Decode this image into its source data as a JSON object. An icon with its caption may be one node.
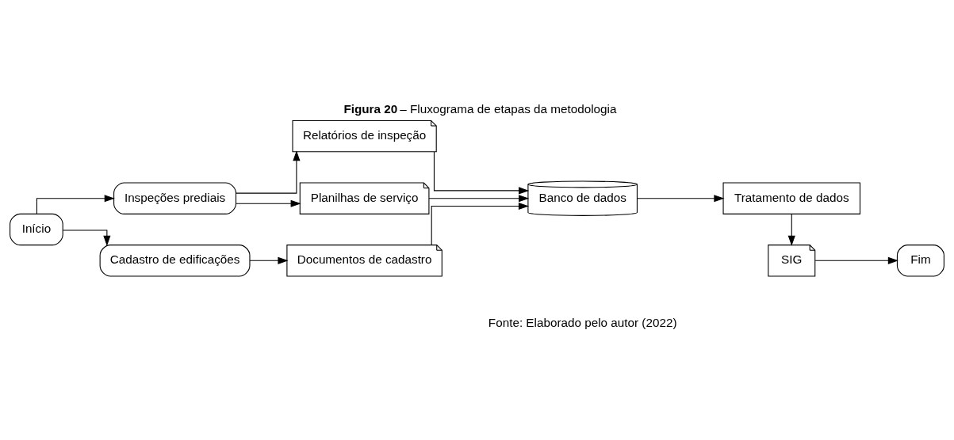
{
  "diagram": {
    "title": "**Figura 20** – Fluxograma de etapas da metodologia",
    "caption": "Fonte: Elaborado pelo autor (2022)",
    "nodes": [
      {
        "text": [
          "Início"
        ]
      },
      {
        "text": [
          "Inspeções prediais"
        ]
      },
      {
        "text": [
          "Cadastro de edificações"
        ]
      },
      {
        "text": [
          "Relatórios de inspeção"
        ]
      },
      {
        "text": [
          "Planilhas de serviço"
        ]
      },
      {
        "text": [
          "Documentos de cadastro"
        ]
      },
      {
        "text": [
          "Banco de dados"
        ]
      },
      {
        "text": [
          "Tratamento de dados"
        ]
      },
      {
        "text": [
          "SIG"
        ]
      },
      {
        "text": [
          "Fim"
        ]
      }
    ],
    "edges": [
      {
        "from": 0,
        "to": 1,
        "arrow": "to"
      },
      {
        "from": 0,
        "to": 2,
        "arrow": "to"
      },
      {
        "from": 1,
        "to": 3,
        "arrow": "to"
      },
      {
        "from": 1,
        "to": 4,
        "arrow": "to"
      },
      {
        "from": 2,
        "to": 5,
        "arrow": "to"
      },
      {
        "from": 3,
        "to": 6,
        "arrow": "to"
      },
      {
        "from": 4,
        "to": 6,
        "arrow": "to"
      },
      {
        "from": 5,
        "to": 6,
        "arrow": "to"
      },
      {
        "from": 6,
        "to": 7,
        "arrow": "to"
      },
      {
        "from": 7,
        "to": 8,
        "arrow": "to"
      },
      {
        "from": 8,
        "to": 9,
        "arrow": "to"
      }
    ]
  }
}
